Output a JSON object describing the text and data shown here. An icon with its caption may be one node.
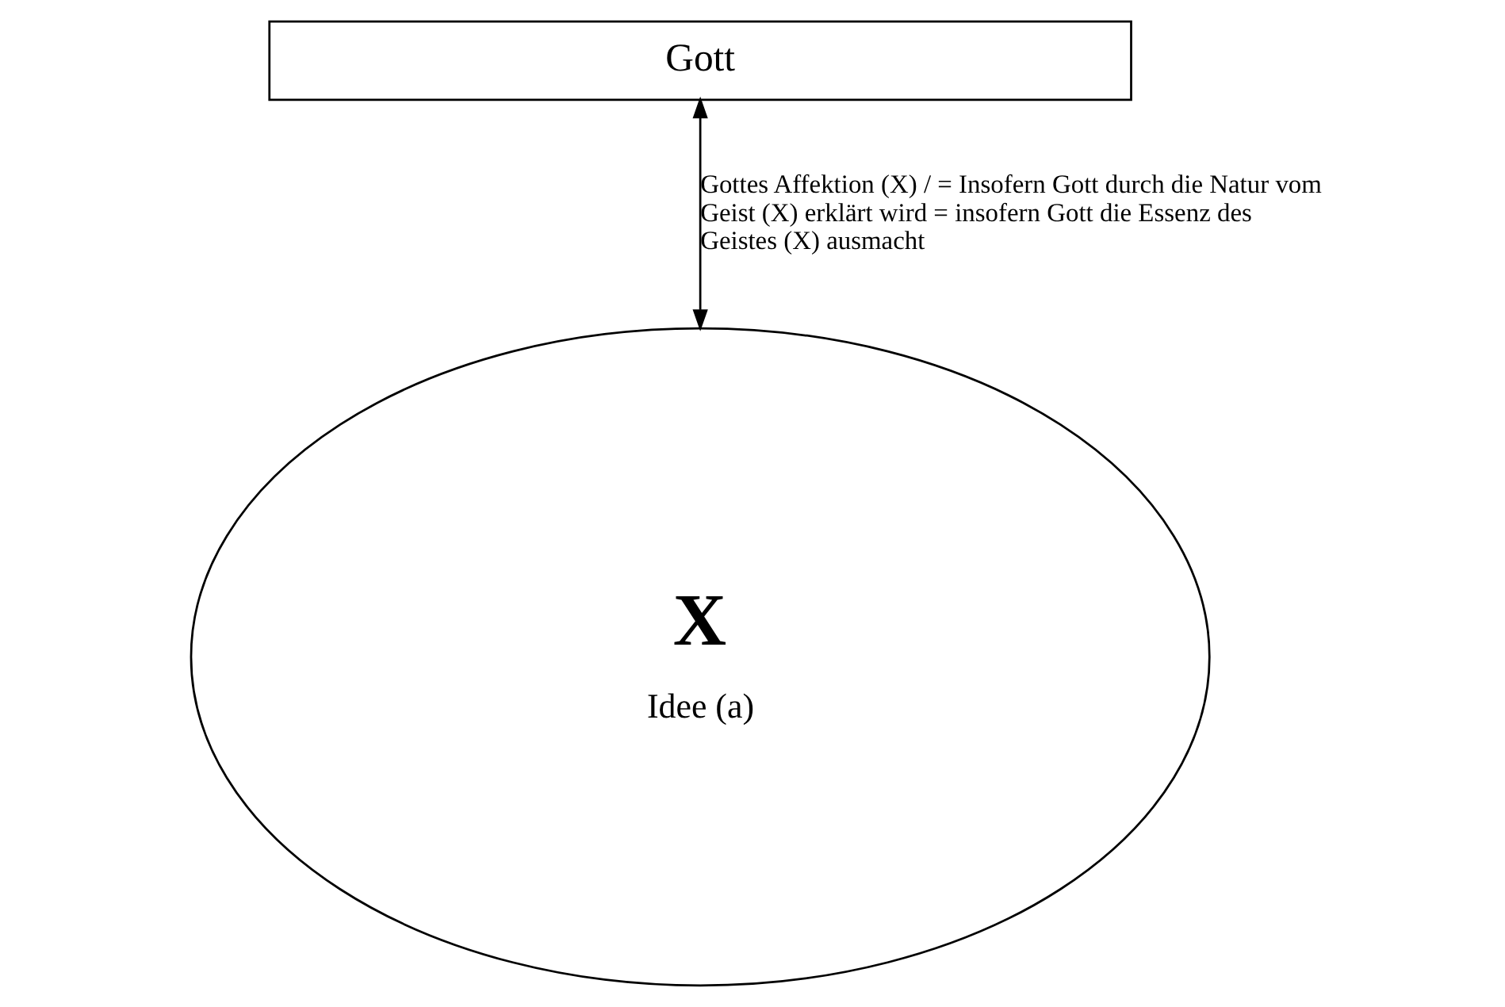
{
  "diagram": {
    "nodes": [
      {
        "text": [
          "Gott"
        ]
      },
      {
        "text": [
          "X",
          "Idee (a)"
        ]
      }
    ],
    "edges": [
      {
        "from": 0,
        "to": 1,
        "arrow": "both",
        "label": "Gottes Affektion (X) / = Insofern Gott durch die Natur vom Geist (X) erklärt wird = insofern Gott die Essenz des Geistes (X) ausmacht"
      }
    ]
  }
}
